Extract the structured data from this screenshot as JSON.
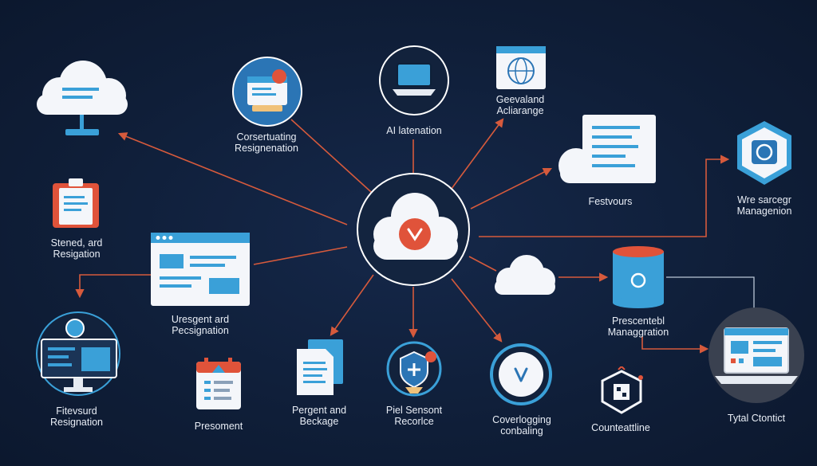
{
  "colors": {
    "background": "#10203a",
    "accent_blue": "#3aa0d8",
    "accent_red": "#e0533a",
    "cloud_white": "#f4f6fa",
    "connector": "#d65a3c"
  },
  "nodes": {
    "cloud_top_left": {
      "icon": "cloud-server-icon"
    },
    "consulting": {
      "icon": "browser-window-icon",
      "label_lines": [
        "Corsertuating",
        "Resignenation"
      ]
    },
    "ai": {
      "icon": "laptop-icon",
      "label_lines": [
        "AI latenation"
      ]
    },
    "geoland": {
      "icon": "globe-window-icon",
      "label_lines": [
        "Geevaland",
        "Acliarange"
      ]
    },
    "features": {
      "icon": "document-cloud-icon",
      "label_lines": [
        "Festvours"
      ]
    },
    "storage_management": {
      "icon": "hexagon-chip-icon",
      "label_lines": [
        "Wre sarcegr",
        "Managenion"
      ]
    },
    "stored": {
      "icon": "clipboard-icon",
      "label_lines": [
        "Stened, ard",
        "Resigation"
      ]
    },
    "urgent": {
      "icon": "browser-window-icon",
      "label_lines": [
        "Uresgent ard",
        "Pecsignation"
      ]
    },
    "prescription": {
      "icon": "database-icon",
      "label_lines": [
        "Prescentebl",
        "Managgration"
      ]
    },
    "firewall": {
      "icon": "monitor-gear-icon",
      "label_lines": [
        "Fitevsurd",
        "Resignation"
      ]
    },
    "presoment": {
      "icon": "calendar-icon",
      "label_lines": [
        "Presoment"
      ]
    },
    "pergent": {
      "icon": "documents-icon",
      "label_lines": [
        "Pergent and",
        "Beckage"
      ]
    },
    "pial": {
      "icon": "shield-plus-icon",
      "label_lines": [
        "Piel Sensont",
        "Recorlce"
      ]
    },
    "coverlogging": {
      "icon": "check-circle-icon",
      "label_lines": [
        "Coverlogging",
        "conbaling"
      ]
    },
    "counteattline": {
      "icon": "hexagon-cube-icon",
      "label_lines": [
        "Counteattline"
      ]
    },
    "tytal": {
      "icon": "laptop-icon",
      "label_lines": [
        "Tytal Ctontict"
      ]
    }
  },
  "center": {
    "icon": "cloud-download-icon"
  }
}
